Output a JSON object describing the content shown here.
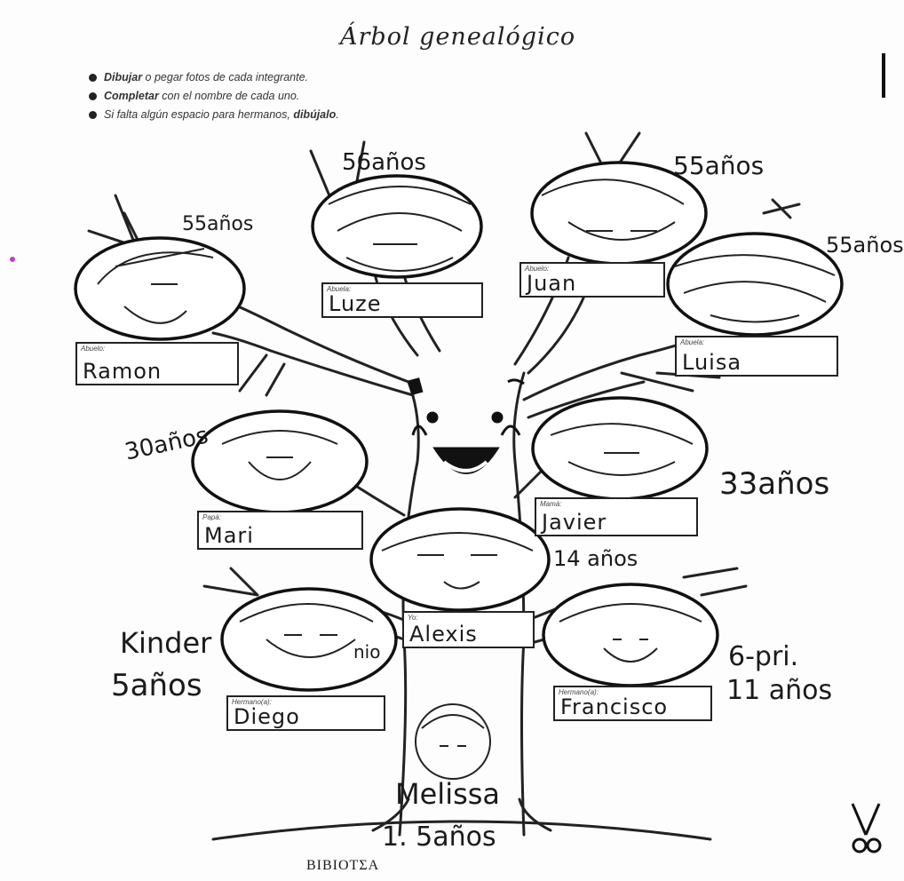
{
  "title": "Árbol genealógico",
  "instructions": [
    {
      "bold": "Dibujar",
      "rest": " o pegar fotos de cada integrante."
    },
    {
      "bold": "Completar",
      "rest": " con el nombre de cada uno."
    },
    {
      "pre": "Si falta algún espacio para hermanos, ",
      "bold": "dibújalo",
      "rest": "."
    }
  ],
  "members": {
    "abuelo_1": {
      "label": "Abuelo:",
      "name": "Ramon",
      "age": "55años"
    },
    "abuela_1": {
      "label": "Abuela:",
      "name": "Luze",
      "age": "56años"
    },
    "abuelo_2": {
      "label": "Abuelo:",
      "name": "Juan",
      "age": "55años"
    },
    "abuela_2": {
      "label": "Abuela:",
      "name": "Luisa",
      "age": "55años"
    },
    "papa": {
      "label": "Papá:",
      "name": "Mari",
      "age": "30años"
    },
    "mama": {
      "label": "Mamá:",
      "name": "Javier",
      "age": "33años"
    },
    "yo": {
      "label": "Yo:",
      "name": "Alexis",
      "age": "14 años"
    },
    "hermano_1": {
      "label": "Hermano(a):",
      "name": "Diego",
      "age_top": "Kinder",
      "age": "5años",
      "extra": "nio"
    },
    "hermano_2": {
      "label": "Hermano(a):",
      "name": "Francisco",
      "age_top": "6-pri.",
      "age": "11 años"
    },
    "bebe": {
      "name": "Melissa",
      "age": "1. 5años"
    }
  },
  "footer_text": "ΒΙΒΙΟΤΣΑ"
}
